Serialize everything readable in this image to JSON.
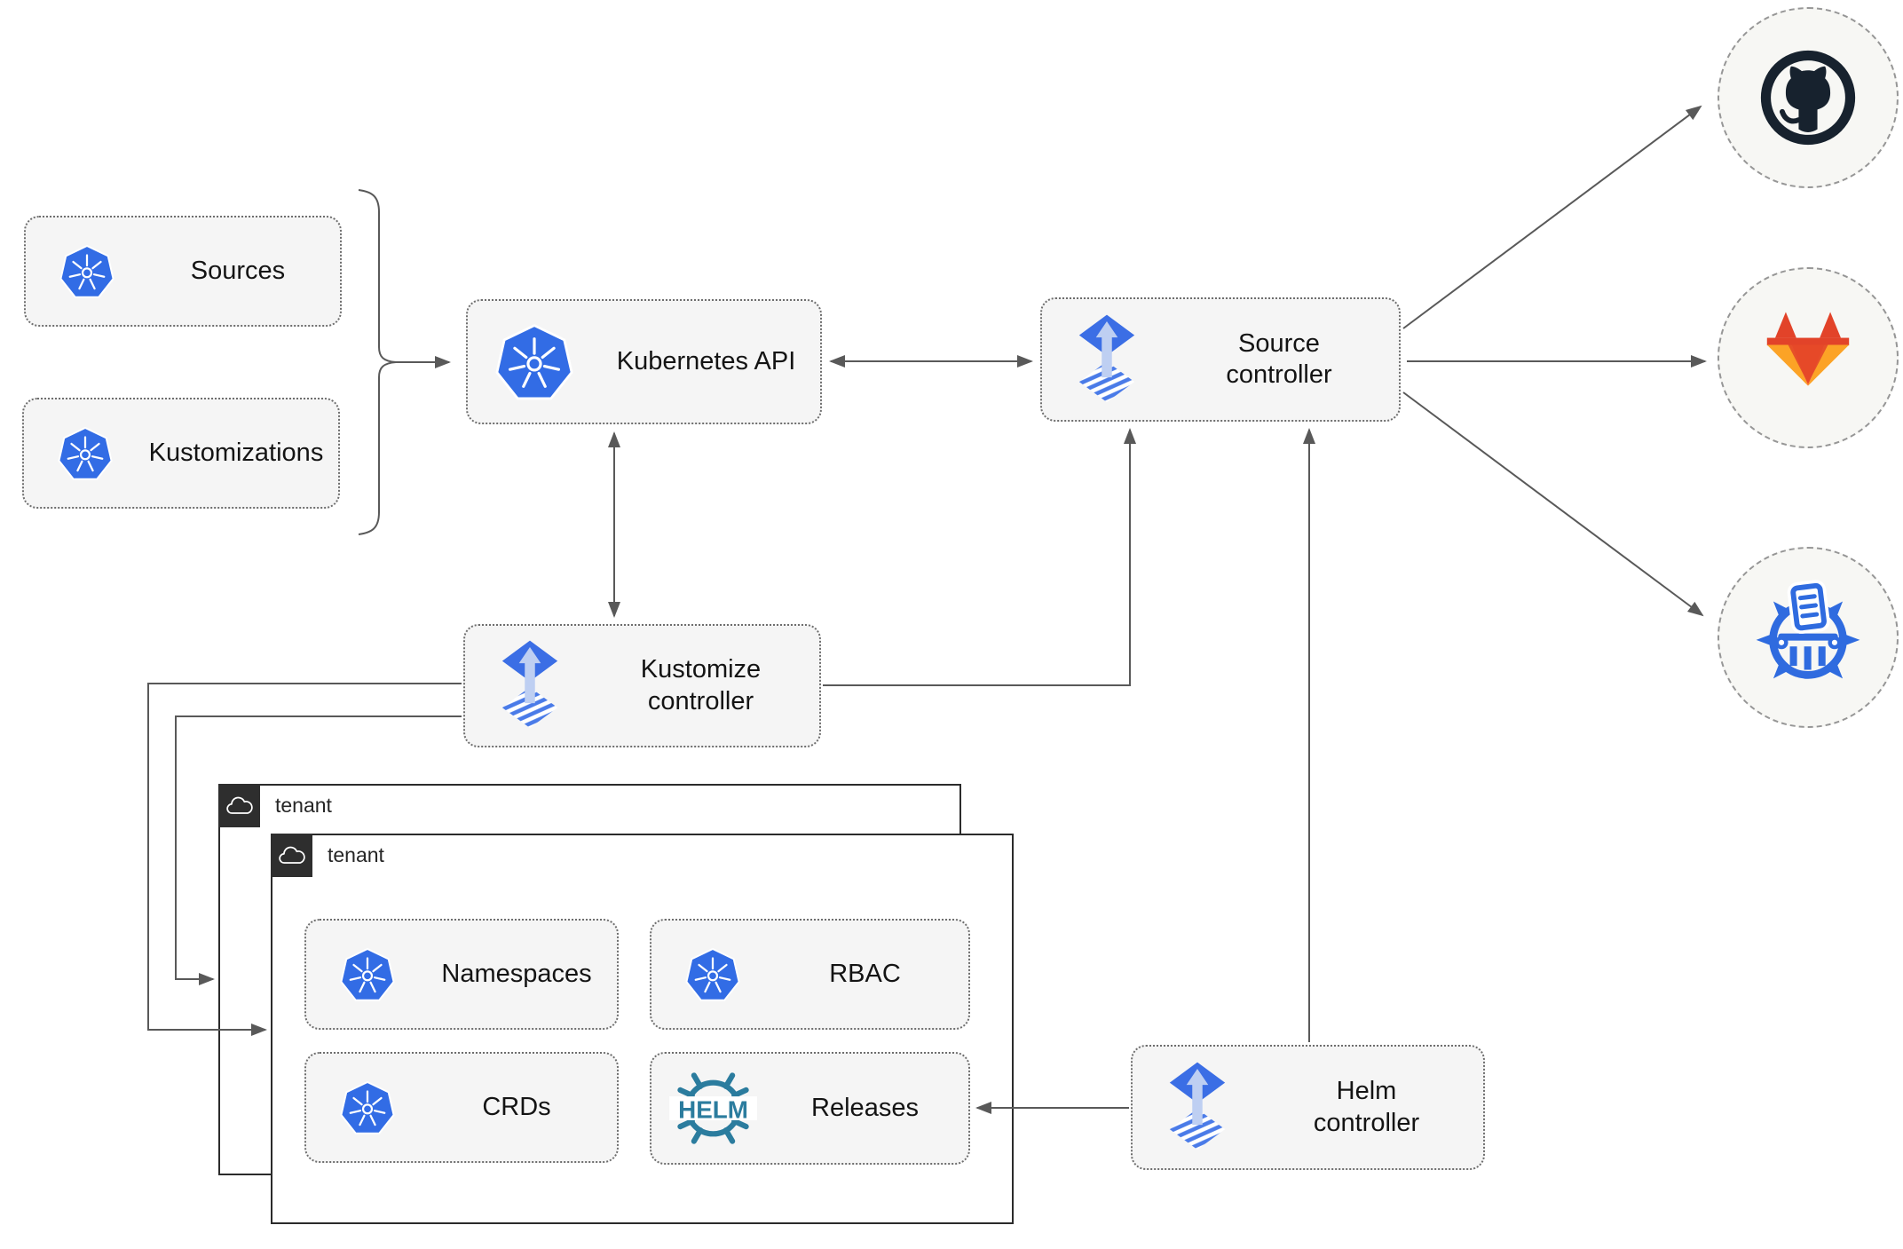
{
  "diagram": {
    "nodes": {
      "sources": {
        "label": "Sources",
        "icon": "kubernetes-icon"
      },
      "kustomizations": {
        "label": "Kustomizations",
        "icon": "kubernetes-icon"
      },
      "kubernetes_api": {
        "label": "Kubernetes API",
        "icon": "kubernetes-icon"
      },
      "source_controller": {
        "label": "Source controller",
        "icon": "flux-icon"
      },
      "kustomize_controller": {
        "label": "Kustomize controller",
        "icon": "flux-icon"
      },
      "helm_controller": {
        "label": "Helm controller",
        "icon": "flux-icon"
      },
      "namespaces": {
        "label": "Namespaces",
        "icon": "kubernetes-icon"
      },
      "rbac": {
        "label": "RBAC",
        "icon": "kubernetes-icon"
      },
      "crds": {
        "label": "CRDs",
        "icon": "kubernetes-icon"
      },
      "releases": {
        "label": "Releases",
        "icon": "helm-icon"
      }
    },
    "groups": {
      "tenant_back": {
        "label": "tenant",
        "icon": "cloud-icon"
      },
      "tenant_front": {
        "label": "tenant",
        "icon": "cloud-icon"
      }
    },
    "externals": {
      "github": {
        "icon": "github-icon"
      },
      "gitlab": {
        "icon": "gitlab-icon"
      },
      "chartmuseum": {
        "icon": "chartmuseum-icon"
      }
    },
    "edges": [
      {
        "from": "sources+kustomizations",
        "to": "kubernetes_api",
        "arrow": "single"
      },
      {
        "from": "kubernetes_api",
        "to": "source_controller",
        "arrow": "double"
      },
      {
        "from": "kubernetes_api",
        "to": "kustomize_controller",
        "arrow": "double"
      },
      {
        "from": "kustomize_controller",
        "to": "source_controller",
        "arrow": "single"
      },
      {
        "from": "helm_controller",
        "to": "source_controller",
        "arrow": "single"
      },
      {
        "from": "helm_controller",
        "to": "releases",
        "arrow": "single"
      },
      {
        "from": "kustomize_controller",
        "to": "tenant_front",
        "arrow": "single"
      },
      {
        "from": "kustomize_controller",
        "to": "tenant_back",
        "arrow": "single"
      },
      {
        "from": "source_controller",
        "to": "github",
        "arrow": "single"
      },
      {
        "from": "source_controller",
        "to": "gitlab",
        "arrow": "single"
      },
      {
        "from": "source_controller",
        "to": "chartmuseum",
        "arrow": "single"
      }
    ],
    "colors": {
      "kubernetes_blue": "#326CE5",
      "flux_blue": "#3B6EE5",
      "flux_arrow_light": "#BECFF2",
      "helm_teal": "#2B7C9E",
      "github_dark": "#17222E",
      "gitlab_red": "#E24329",
      "gitlab_orange": "#FC6D26",
      "gitlab_amber": "#FCA326",
      "chartmuseum_blue": "#2F6BDF",
      "connector_gray": "#595959",
      "node_fill": "#F5F5F5",
      "tenant_border": "#2B2B2B"
    }
  }
}
